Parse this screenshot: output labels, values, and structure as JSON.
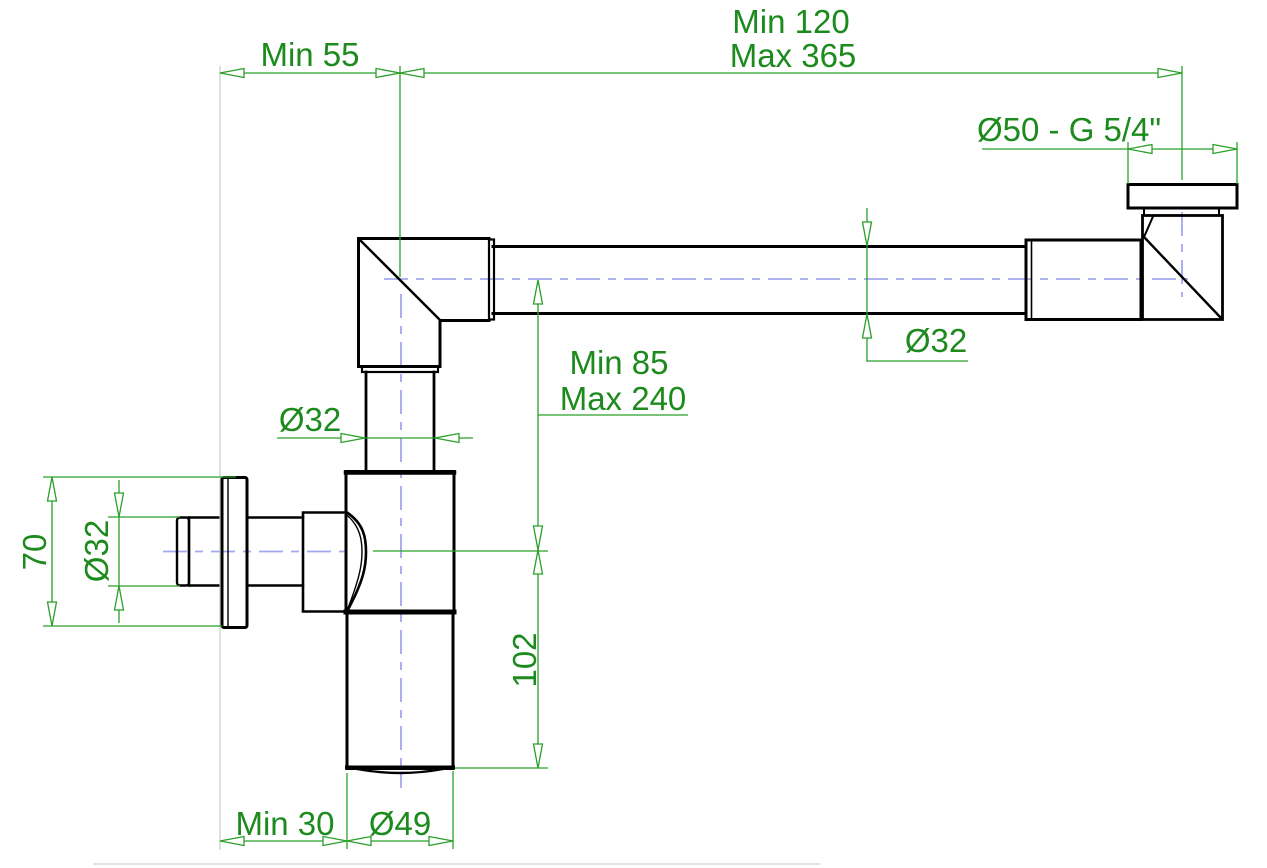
{
  "colors": {
    "dimension_green": "#2aa02a",
    "label_text_green": "#1c8a1c",
    "centerline_blue": "#a3a7ef",
    "part_outline_black": "#000000",
    "background": "#ffffff"
  },
  "dimension_labels": {
    "wall_offset": "Min 55",
    "horizontal_extension_min": "Min 120",
    "horizontal_extension_max": "Max 365",
    "outlet_thread": "Ø50 - G 5/4\"",
    "pipe_diameter": "Ø32",
    "vertical_extension_min": "Min 85",
    "vertical_extension_max": "Max 240",
    "riser_diameter": "Ø32",
    "wall_flange_height": "70",
    "inlet_stub_diameter": "Ø32",
    "body_height": "102",
    "bottom_wall_offset": "Min 30",
    "body_diameter": "Ø49"
  }
}
